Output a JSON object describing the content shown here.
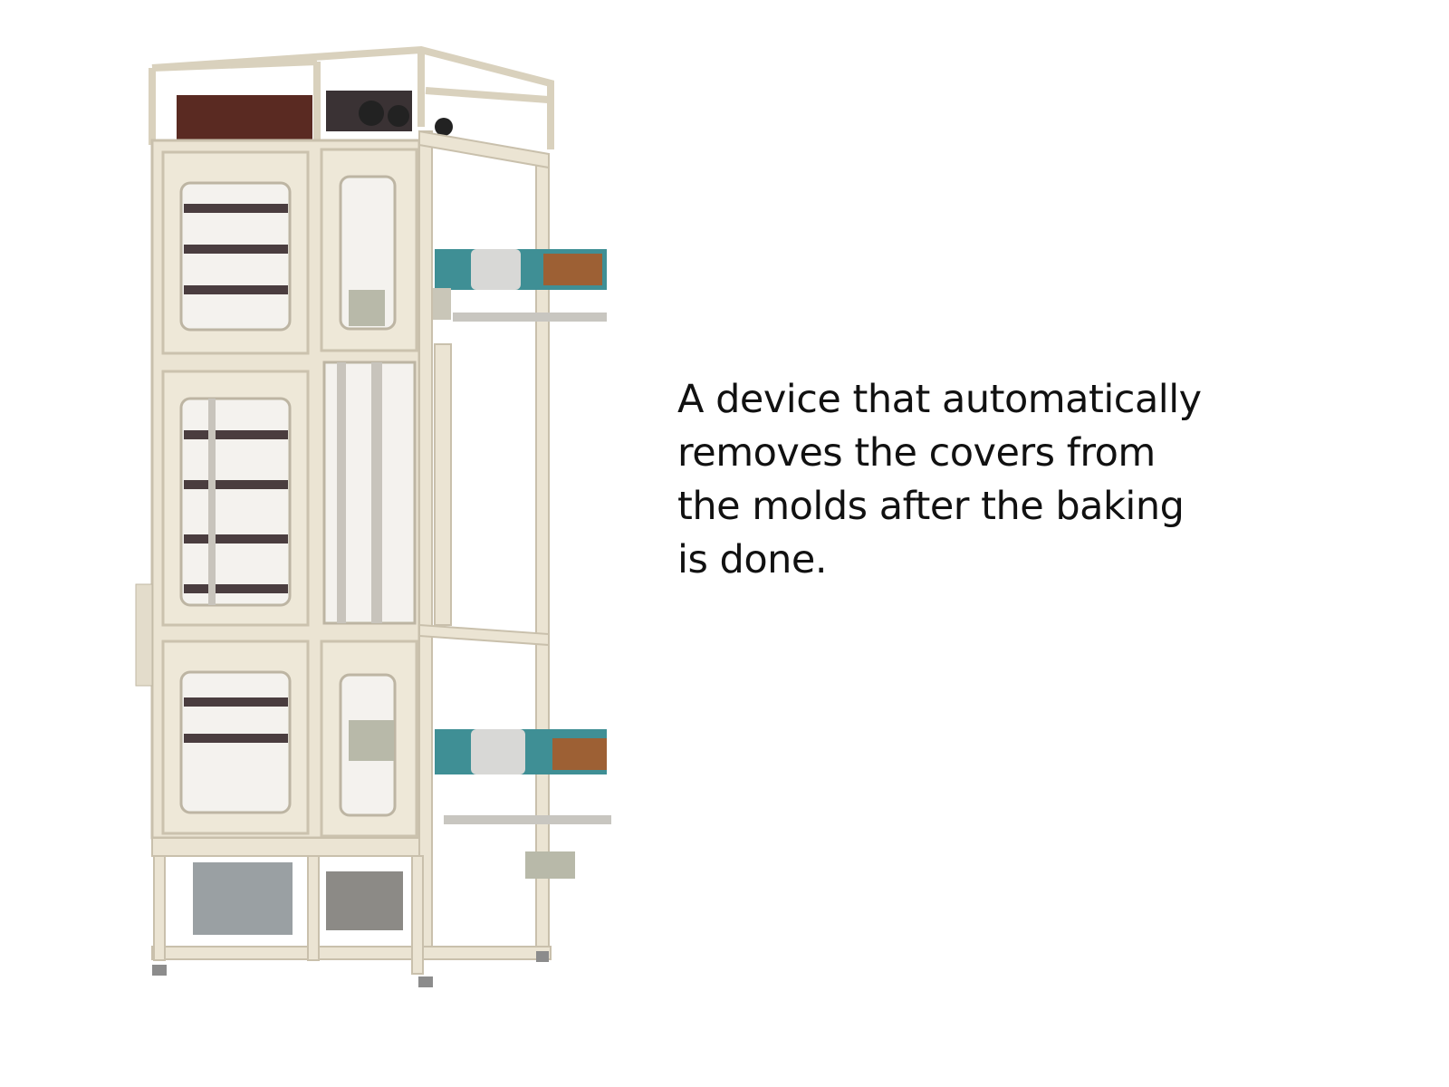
{
  "product_image": {
    "subject": "cover-removal-machine",
    "colors": {
      "frame": "#ebe4d3",
      "frame_edge": "#c9c0ac",
      "interior": "#4a3d3f",
      "conveyor": "#3f8f95",
      "motor": "#d8d8d6",
      "amber": "#b5541c"
    }
  },
  "caption": {
    "lines": [
      "A device that automatically",
      "removes the covers from",
      "the molds after the baking",
      "is done."
    ]
  }
}
